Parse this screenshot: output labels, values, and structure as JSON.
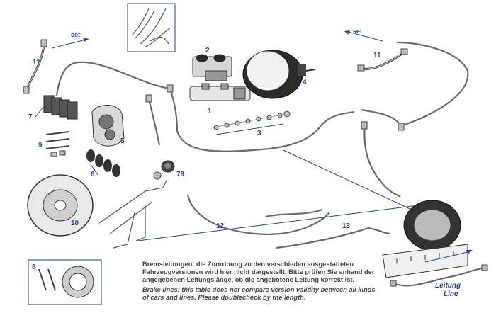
{
  "labels": {
    "set_left": "set",
    "set_right": "set",
    "n1": "1",
    "n2": "2",
    "n3": "3",
    "n4": "4",
    "n5": "5",
    "n6": "6",
    "n7": "7",
    "n8": "8",
    "n9": "9",
    "n10": "10",
    "n11_left": "11",
    "n11_right": "11",
    "n12": "12",
    "n13": "13",
    "n79": "79"
  },
  "note": {
    "german": "Bremsleitungen: die Zuordnung zu den verschieden ausgestatteten Fahrzeugversionen wird hier nicht dargestellt. Bitte prüfen Sie anhand der angegebenen Leitungslänge, ob die angebotene Leitung korrekt ist.",
    "english": "Brake lines: this table does not compare version validity between all kinds of cars and lines. Please doublecheck by the length."
  },
  "measure": {
    "line1": "Leitung",
    "line2": "Line"
  },
  "colors": {
    "label_blue": "#2a3f8f",
    "line_grey": "#6b6b6b"
  }
}
